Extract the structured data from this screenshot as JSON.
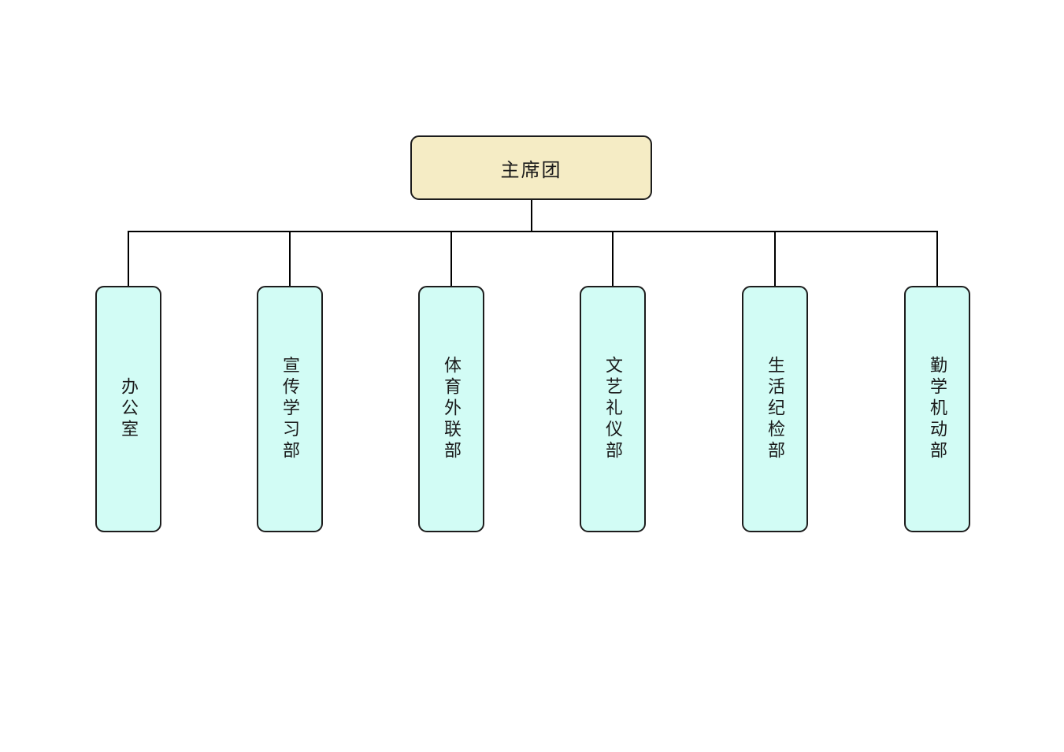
{
  "diagram": {
    "type": "org-chart",
    "root": {
      "label": "主席团"
    },
    "departments": [
      {
        "label": "办公室"
      },
      {
        "label": "宣传学习部"
      },
      {
        "label": "体育外联部"
      },
      {
        "label": "文艺礼仪部"
      },
      {
        "label": "生活纪检部"
      },
      {
        "label": "勤学机动部"
      }
    ]
  },
  "colors": {
    "root_fill": "#F5ECC5",
    "department_fill": "#D2FCF5",
    "node_border": "#1C1C1C",
    "connector_line": "#000000",
    "text": "#1A1A1A",
    "canvas_background": "#FFFFFF"
  }
}
